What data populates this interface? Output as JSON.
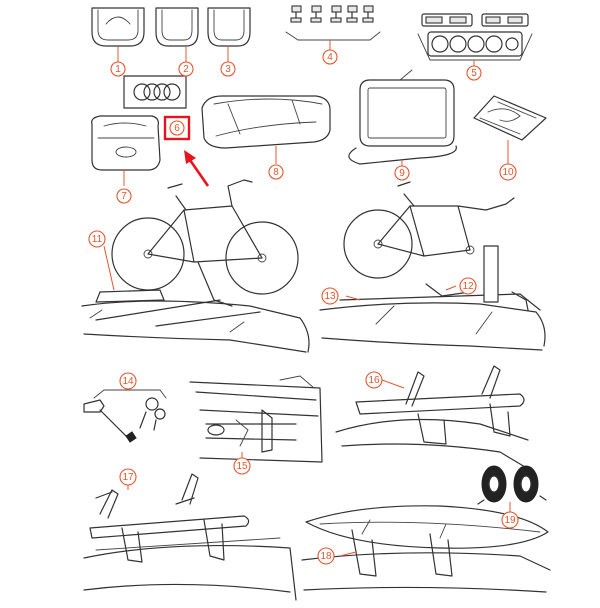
{
  "callouts": [
    {
      "id": "1",
      "label": "1"
    },
    {
      "id": "2",
      "label": "2"
    },
    {
      "id": "3",
      "label": "3"
    },
    {
      "id": "4",
      "label": "4"
    },
    {
      "id": "5",
      "label": "5"
    },
    {
      "id": "6",
      "label": "6",
      "highlighted": true
    },
    {
      "id": "7",
      "label": "7"
    },
    {
      "id": "8",
      "label": "8"
    },
    {
      "id": "9",
      "label": "9"
    },
    {
      "id": "10",
      "label": "10"
    },
    {
      "id": "11",
      "label": "11"
    },
    {
      "id": "12",
      "label": "12"
    },
    {
      "id": "13",
      "label": "13"
    },
    {
      "id": "14",
      "label": "14"
    },
    {
      "id": "15",
      "label": "15"
    },
    {
      "id": "16",
      "label": "16"
    },
    {
      "id": "17",
      "label": "17"
    },
    {
      "id": "18",
      "label": "18"
    },
    {
      "id": "19",
      "label": "19"
    }
  ],
  "colors": {
    "callout": "#e4572e",
    "highlight": "#e8141b",
    "linework": "#333333"
  },
  "icons": [
    "roof-box-icon",
    "four-rings-logo",
    "bicycle-icon",
    "ski-carrier-icon",
    "kayak-icon",
    "strap-icon"
  ]
}
